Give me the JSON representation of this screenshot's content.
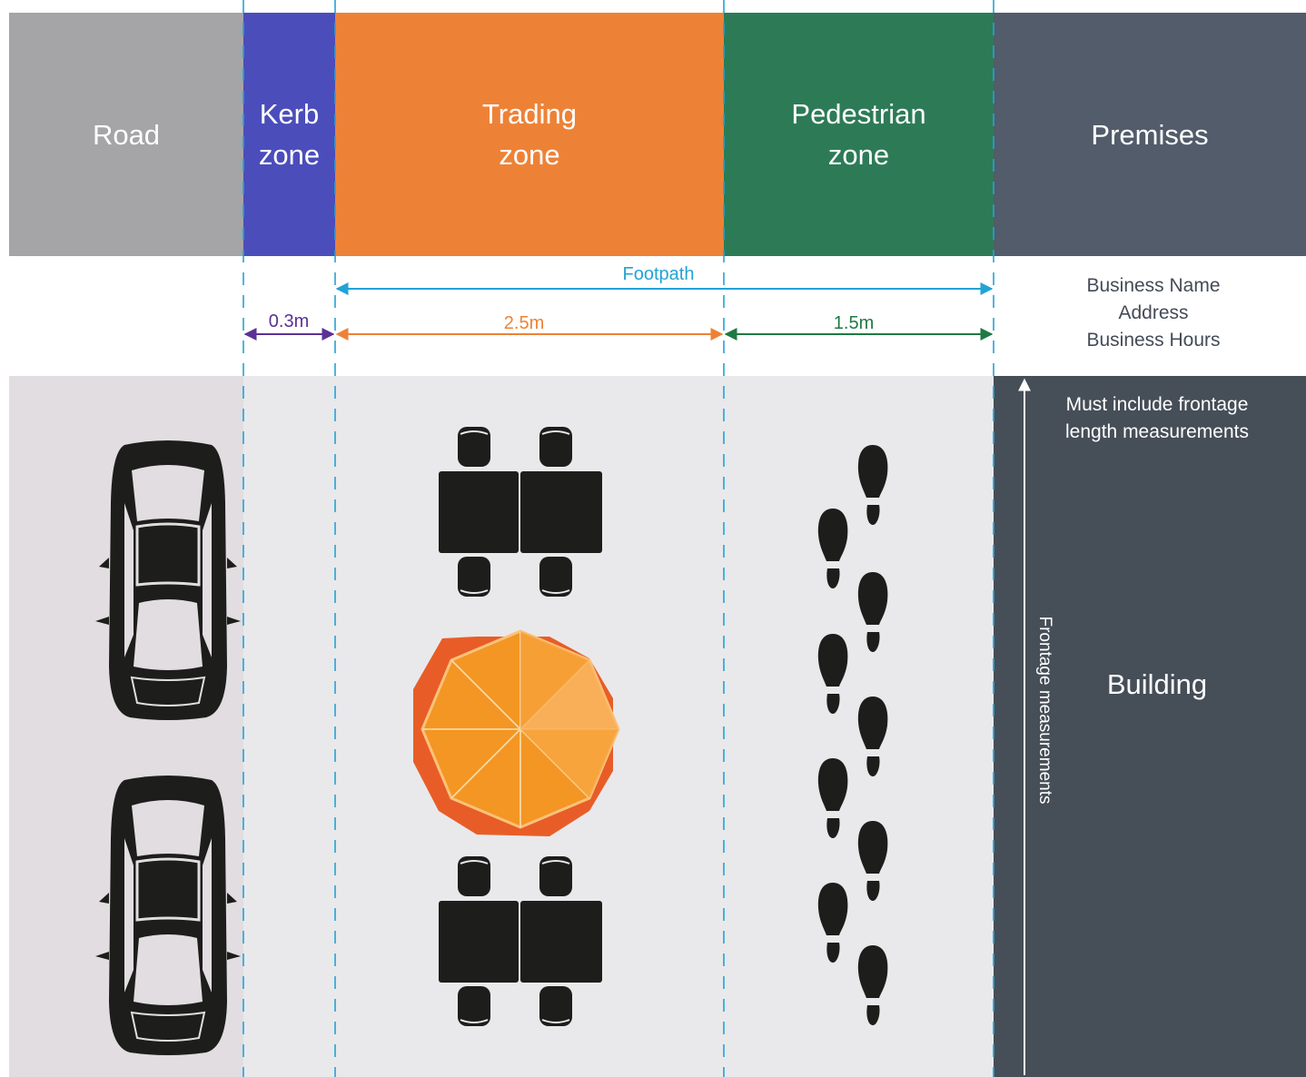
{
  "zones": {
    "road": {
      "label": "Road",
      "color": "#a5a4a6"
    },
    "kerb": {
      "line1": "Kerb",
      "line2": "zone",
      "color": "#4b4dbb"
    },
    "trading": {
      "line1": "Trading",
      "line2": "zone",
      "color": "#ed8237"
    },
    "pedestrian": {
      "line1": "Pedestrian",
      "line2": "zone",
      "color": "#2d7b56"
    },
    "premises": {
      "label": "Premises",
      "color": "#525c6a"
    }
  },
  "dimensions": {
    "footpath": {
      "label": "Footpath",
      "color": "#22a3d6"
    },
    "kerb": {
      "label": "0.3m",
      "color": "#5b3196"
    },
    "trading": {
      "label": "2.5m",
      "color": "#ed8237"
    },
    "pedestrian": {
      "label": "1.5m",
      "color": "#1e7a43"
    }
  },
  "business_info": [
    "Business Name",
    "Address",
    "Business Hours"
  ],
  "building": {
    "note_line1": "Must include frontage",
    "note_line2": "length measurements",
    "frontage_label": "Frontage measurements",
    "label": "Building",
    "color": "#464e58"
  },
  "icons": [
    "car-icon",
    "table-chairs-icon",
    "umbrella-icon",
    "footprint-icon"
  ],
  "colors": {
    "road_surface": "#e1dde0",
    "footpath_surface": "#e9e9eb",
    "guide_line": "#22a3d6",
    "icon_dark": "#1d1d1b",
    "umbrella_light": "#f8ad43",
    "umbrella_dark": "#e85d27"
  }
}
